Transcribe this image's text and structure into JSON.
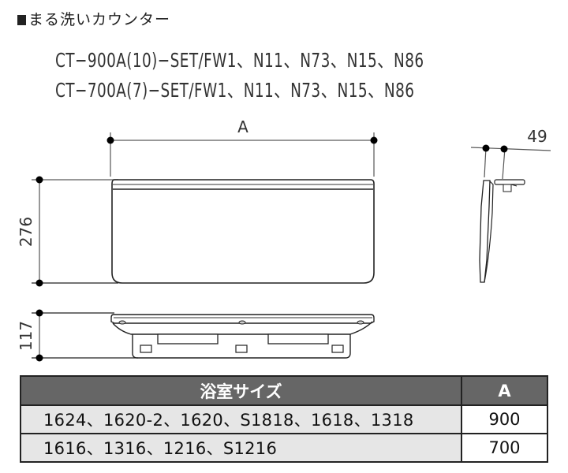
{
  "header": {
    "title": "まる洗いカウンター",
    "models": [
      "CT−900A(10)−SET/FW1、N11、N73、N15、N86",
      "CT−700A(7)−SET/FW1、N11、N73、N15、N86"
    ]
  },
  "drawing": {
    "front_view": {
      "width_label": "A",
      "height_label": "276"
    },
    "bottom_view": {
      "height_label": "117"
    },
    "side_view": {
      "depth_label": "49"
    }
  },
  "table": {
    "headers": [
      "浴室サイズ",
      "A"
    ],
    "rows": [
      {
        "sizes": "1624、1620-2、1620、S1818、1618、1318",
        "a": "900"
      },
      {
        "sizes": "1616、1316、1216、S1216",
        "a": "700"
      }
    ],
    "colors": {
      "header_bg": "#666666",
      "sizes_bg": "#e6e6e6",
      "border": "#222222"
    }
  }
}
